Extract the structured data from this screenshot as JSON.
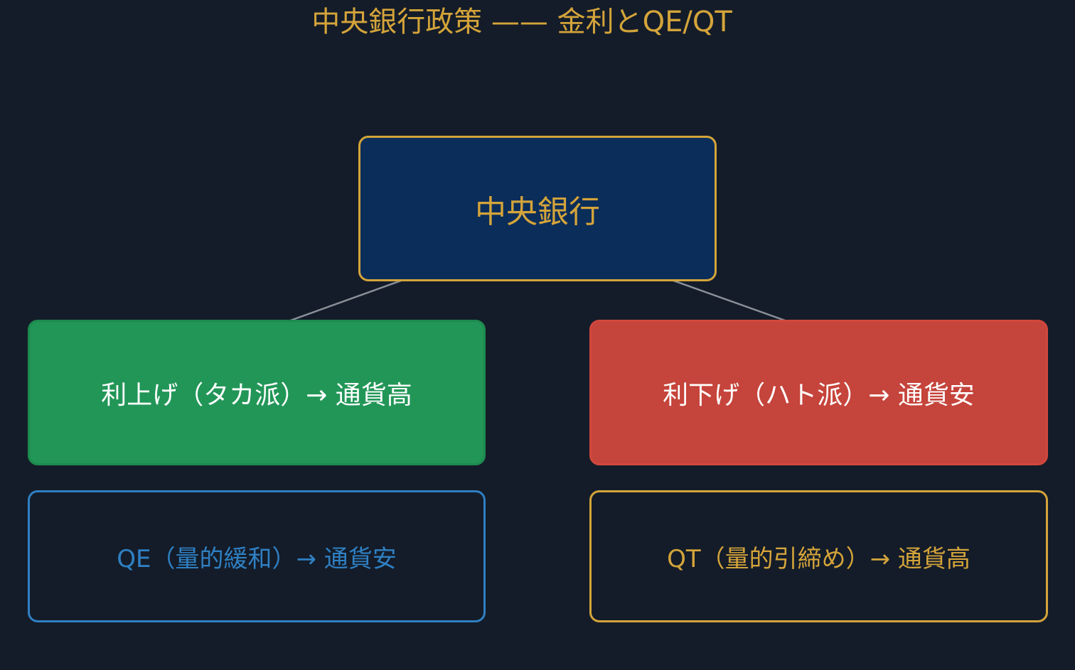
{
  "title": "中央銀行政策 —— 金利とQE/QT",
  "nodes": {
    "central_bank": "中央銀行",
    "rate_hike": "利上げ（タカ派）→ 通貨高",
    "rate_cut": "利下げ（ハト派）→ 通貨安",
    "qe": "QE（量的緩和）→ 通貨安",
    "qt": "QT（量的引締め）→ 通貨高"
  },
  "edges": [
    {
      "from": "central_bank",
      "to": "rate_hike"
    },
    {
      "from": "central_bank",
      "to": "rate_cut"
    }
  ],
  "colors": {
    "background": "#141c29",
    "accent_gold": "#d4a43a",
    "central_fill": "#0b2d5a",
    "hawkish_green": "#229657",
    "dovish_red": "#c5443b",
    "qe_blue": "#2f80c3",
    "connector_gray": "#8a8f98"
  }
}
